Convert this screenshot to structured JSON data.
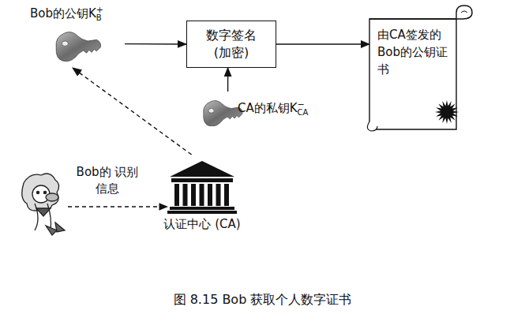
{
  "diagram": {
    "caption": "图 8.15 Bob 获取个人数字证书",
    "nodes": [
      {
        "text": [
          "Bob的公钥K",
          "B",
          "+"
        ]
      },
      {
        "text": [
          "数字签名 (加密)"
        ]
      },
      {
        "text": [
          "由CA签发的 Bob的公钥证 书"
        ]
      },
      {
        "text": [
          "CA的私钥K",
          "CA",
          "−"
        ]
      },
      {
        "text": [
          "认证中心 (CA)"
        ]
      }
    ],
    "edges": [
      {
        "from": 0,
        "to": 1,
        "arrow": "to"
      },
      {
        "from": 1,
        "to": 2,
        "arrow": "to"
      },
      {
        "from": 3,
        "to": 1,
        "arrow": "to"
      },
      {
        "from": 4,
        "to": 0,
        "arrow": "to"
      }
    ],
    "labels": [
      "Bob的 识别信息"
    ]
  }
}
